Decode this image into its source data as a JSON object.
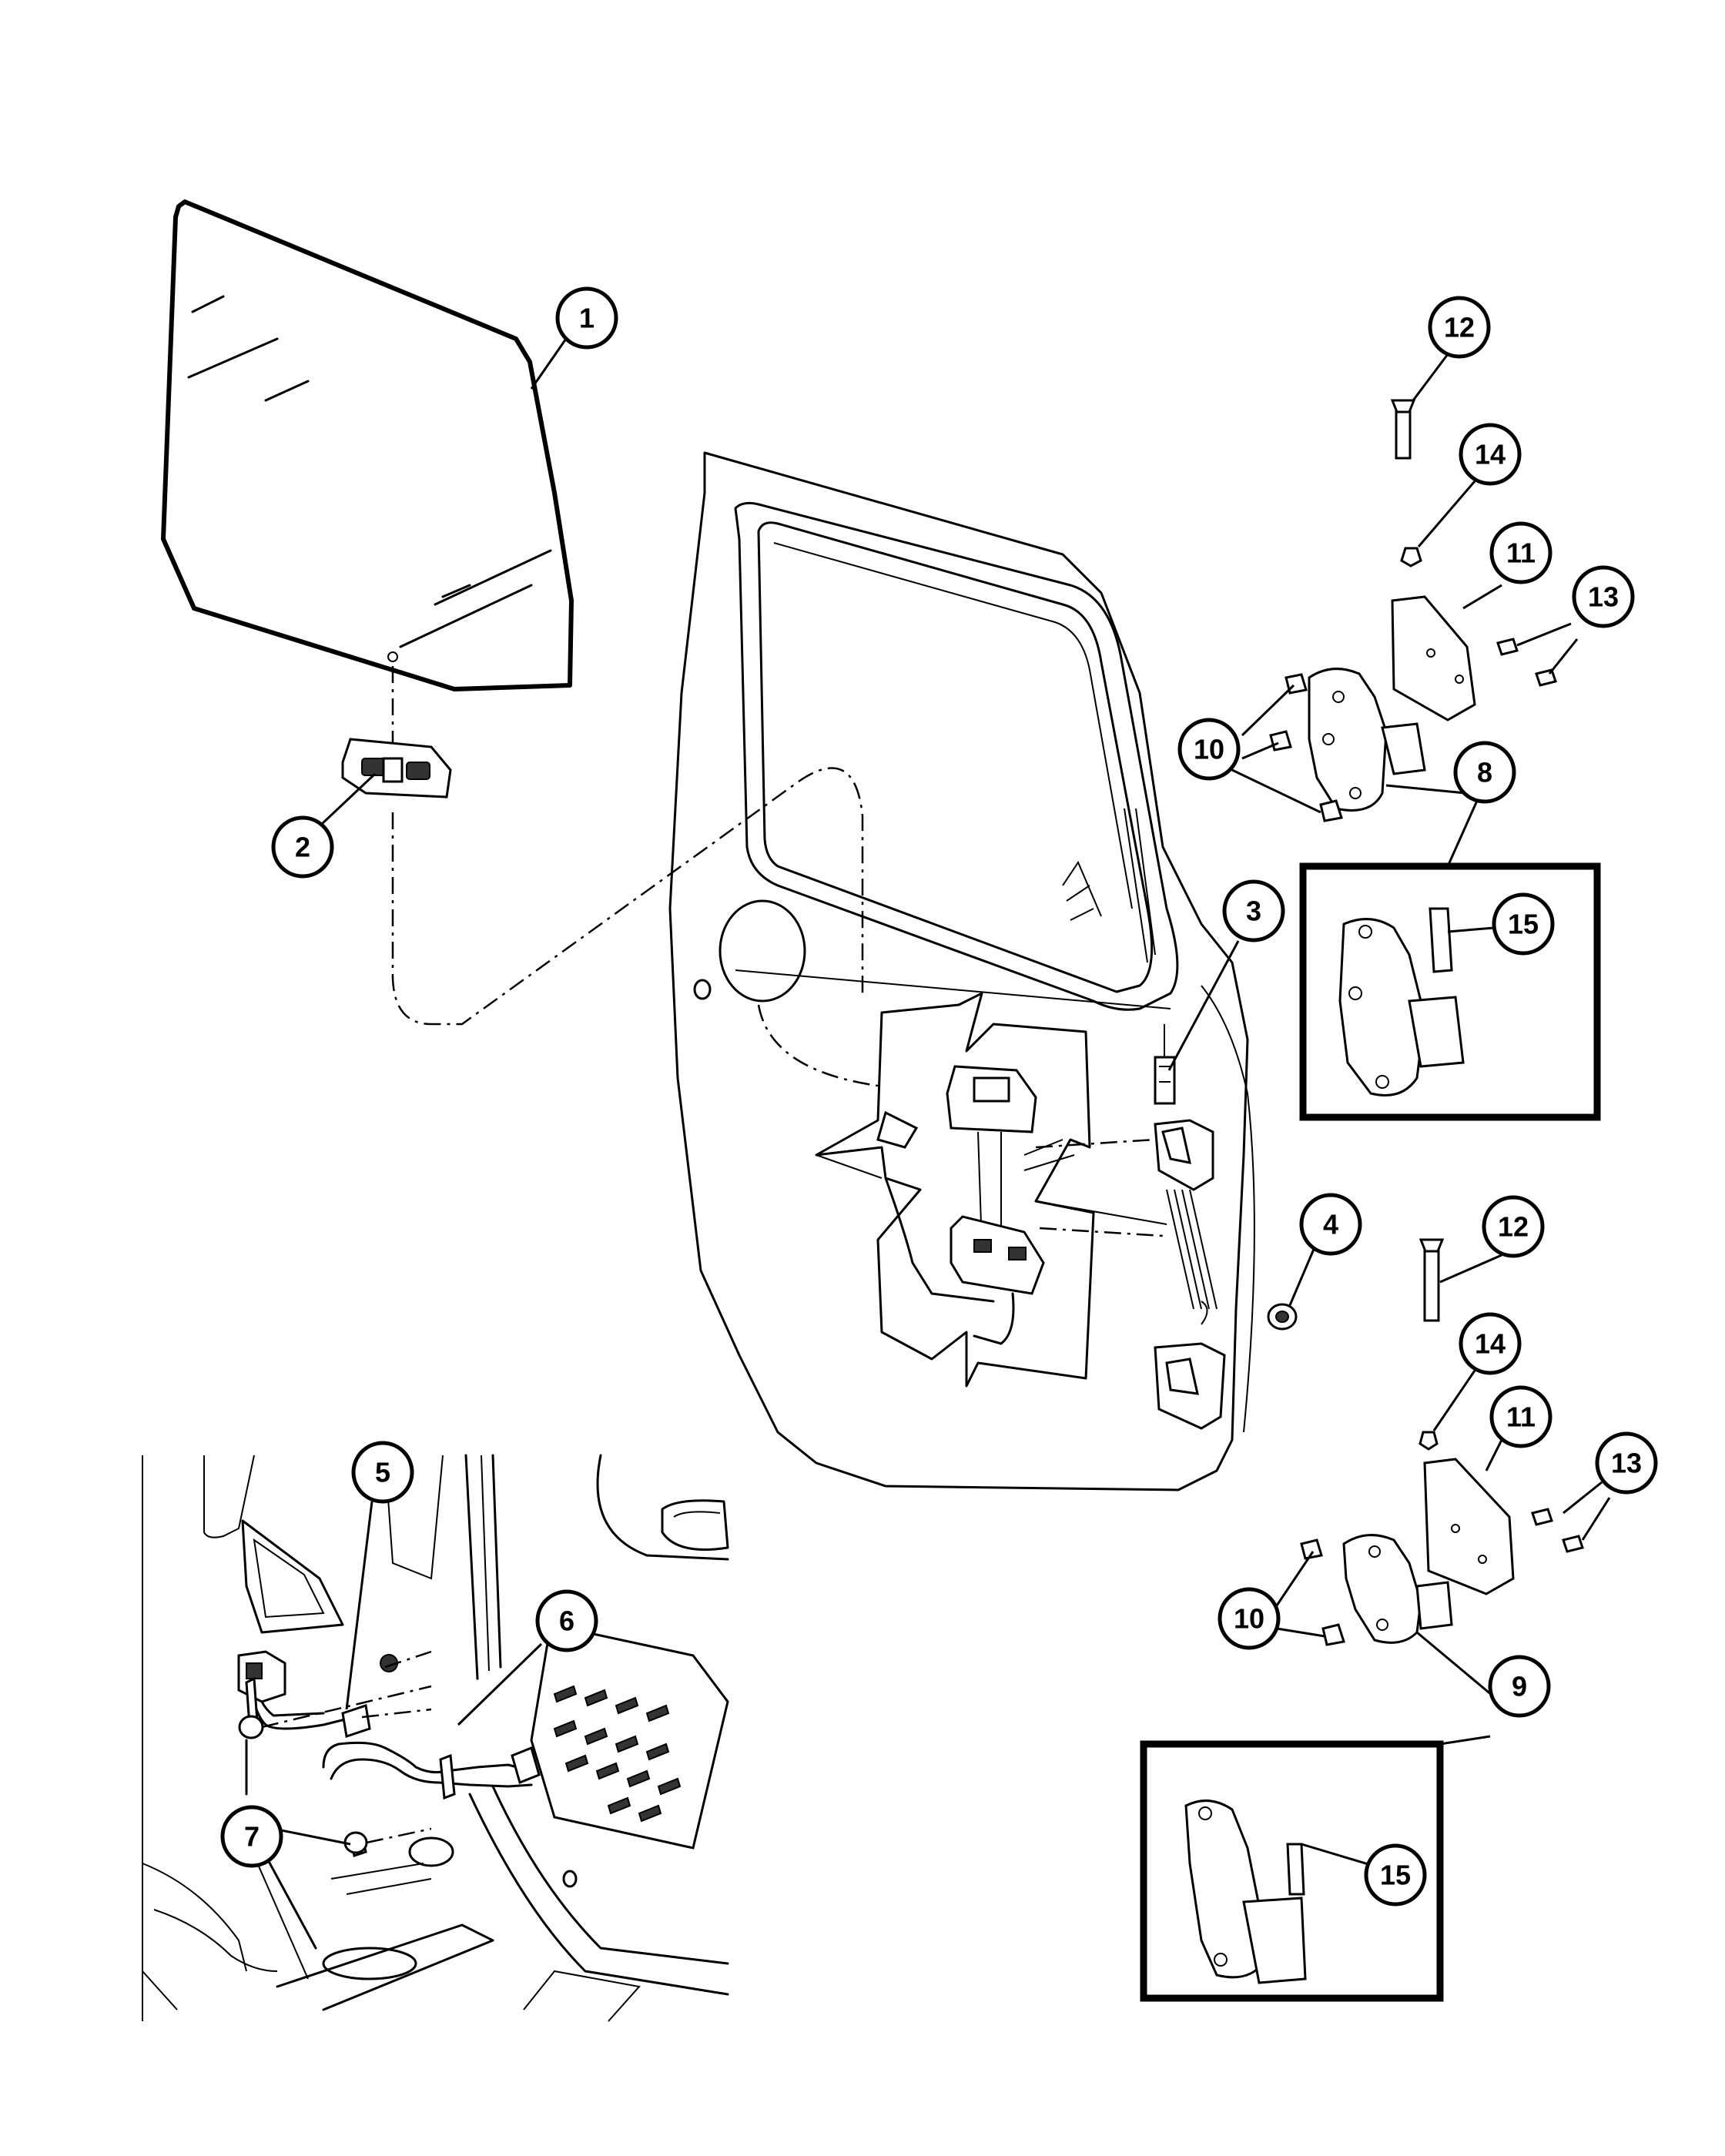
{
  "callouts": [
    {
      "id": "c1",
      "label": "1"
    },
    {
      "id": "c2",
      "label": "2"
    },
    {
      "id": "c3",
      "label": "3"
    },
    {
      "id": "c4",
      "label": "4"
    },
    {
      "id": "c5",
      "label": "5"
    },
    {
      "id": "c6",
      "label": "6"
    },
    {
      "id": "c7",
      "label": "7"
    },
    {
      "id": "c8",
      "label": "8"
    },
    {
      "id": "c9",
      "label": "9"
    },
    {
      "id": "c10a",
      "label": "10"
    },
    {
      "id": "c10b",
      "label": "10"
    },
    {
      "id": "c11a",
      "label": "11"
    },
    {
      "id": "c11b",
      "label": "11"
    },
    {
      "id": "c12a",
      "label": "12"
    },
    {
      "id": "c12b",
      "label": "12"
    },
    {
      "id": "c13a",
      "label": "13"
    },
    {
      "id": "c13b",
      "label": "13"
    },
    {
      "id": "c14a",
      "label": "14"
    },
    {
      "id": "c14b",
      "label": "14"
    },
    {
      "id": "c15a",
      "label": "15"
    },
    {
      "id": "c15b",
      "label": "15"
    }
  ]
}
